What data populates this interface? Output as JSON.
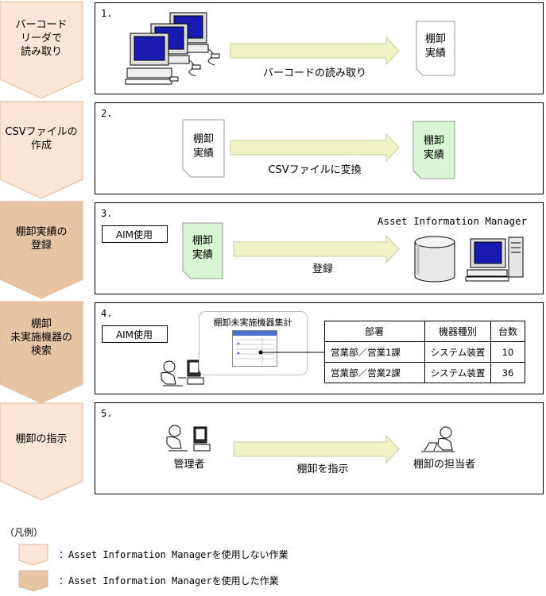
{
  "colors": {
    "step_light": "#FBE5D6",
    "step_dark": "#E7C4A4",
    "step_stroke": "#E0B898",
    "arrow_fill": "#EFF2C4",
    "doc_green": "#D9F6D4",
    "screen_blue": "#1A1AB0",
    "table_border": "#000000"
  },
  "steps": [
    {
      "label": "バーコード\nリーダで\n読み取り",
      "kind": "light"
    },
    {
      "label": "CSVファイルの\n作成",
      "kind": "light"
    },
    {
      "label": "棚卸実績の\n登録",
      "kind": "dark"
    },
    {
      "label": "棚卸\n未実施機器の\n検索",
      "kind": "dark"
    },
    {
      "label": "棚卸の指示",
      "kind": "light"
    }
  ],
  "panels": [
    {
      "number": "1."
    },
    {
      "number": "2."
    },
    {
      "number": "3."
    },
    {
      "number": "4."
    },
    {
      "number": "5."
    }
  ],
  "panel1": {
    "arrow_label": "バーコードの読み取り",
    "doc_label": "棚卸\n実績",
    "icon": "pc-cluster-icon"
  },
  "panel2": {
    "arrow_label": "CSVファイルに変換",
    "doc_label_left": "棚卸\n実績",
    "doc_label_right": "棚卸\n実績"
  },
  "panel3": {
    "badge": "AIM使用",
    "doc_label": "棚卸\n実績",
    "arrow_label": "登録",
    "server_title": "Asset Information Manager",
    "icon": "database-server-icon"
  },
  "panel4": {
    "badge": "AIM使用",
    "window_title": "棚卸未実施機器集計",
    "table": {
      "headers": [
        "部署",
        "機器種別",
        "台数"
      ],
      "rows": [
        [
          "営業部／営業1課",
          "システム装置",
          "10"
        ],
        [
          "営業部／営業2課",
          "システム装置",
          "36"
        ]
      ]
    }
  },
  "panel5": {
    "left_label": "管理者",
    "arrow_label": "棚卸を指示",
    "right_label": "棚卸の担当者"
  },
  "legend": {
    "title": "（凡例）",
    "items": [
      {
        "kind": "light",
        "label": "：Asset Information Managerを使用しない作業"
      },
      {
        "kind": "dark",
        "label": "：Asset Information Managerを使用した作業"
      }
    ]
  }
}
